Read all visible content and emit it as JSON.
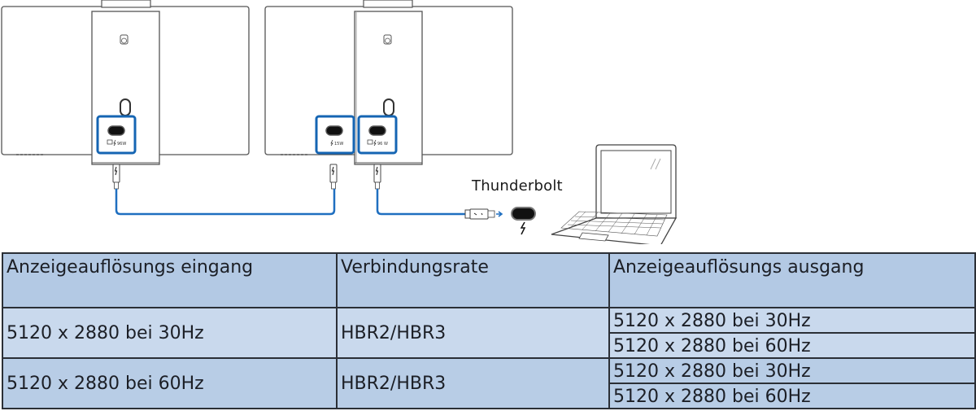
{
  "diagram": {
    "connection_label": "Thunderbolt",
    "monitors": [
      {
        "name": "monitor-1",
        "ports": [
          {
            "label": "96W",
            "icons": [
              "laptop-icon",
              "thunderbolt-icon"
            ]
          }
        ]
      },
      {
        "name": "monitor-2",
        "ports": [
          {
            "label": "15W",
            "icons": [
              "thunderbolt-icon"
            ]
          },
          {
            "label": "96 W",
            "icons": [
              "laptop-icon",
              "thunderbolt-icon"
            ]
          }
        ]
      }
    ],
    "highlight_color": "#1565b3",
    "cable_color": "#1f6fc0"
  },
  "table": {
    "headers": [
      "Anzeigeauflösungs eingang",
      "Verbindungsrate",
      "Anzeigeauflösungs ausgang"
    ],
    "rows": [
      {
        "input": "5120 x 2880 bei 30Hz",
        "rate": "HBR2/HBR3",
        "outputs": [
          "5120 x 2880 bei 30Hz",
          "5120 x 2880 bei 60Hz"
        ]
      },
      {
        "input": "5120 x 2880 bei 60Hz",
        "rate": "HBR2/HBR3",
        "outputs": [
          "5120 x 2880 bei 30Hz",
          "5120 x 2880 bei 60Hz"
        ]
      }
    ],
    "colors": {
      "header_bg": "#b3c9e4",
      "row1_bg": "#c9d9ed",
      "row2_bg": "#b8cde6",
      "border": "#2b2f36"
    }
  }
}
